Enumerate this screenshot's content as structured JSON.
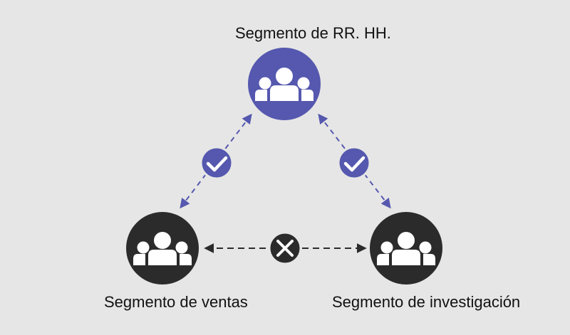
{
  "nodes": {
    "hr": {
      "label": "Segmento de RR. HH.",
      "icon": "group-icon",
      "color": "#5558ae"
    },
    "sales": {
      "label": "Segmento de ventas",
      "icon": "group-icon",
      "color": "#2b2b2b"
    },
    "research": {
      "label": "Segmento de investigación",
      "icon": "group-icon",
      "color": "#2b2b2b"
    }
  },
  "connections": [
    {
      "from": "hr",
      "to": "sales",
      "status": "allowed",
      "icon": "check-icon",
      "color": "#5558ae"
    },
    {
      "from": "hr",
      "to": "research",
      "status": "allowed",
      "icon": "check-icon",
      "color": "#5558ae"
    },
    {
      "from": "sales",
      "to": "research",
      "status": "blocked",
      "icon": "cross-icon",
      "color": "#2b2b2b"
    }
  ]
}
